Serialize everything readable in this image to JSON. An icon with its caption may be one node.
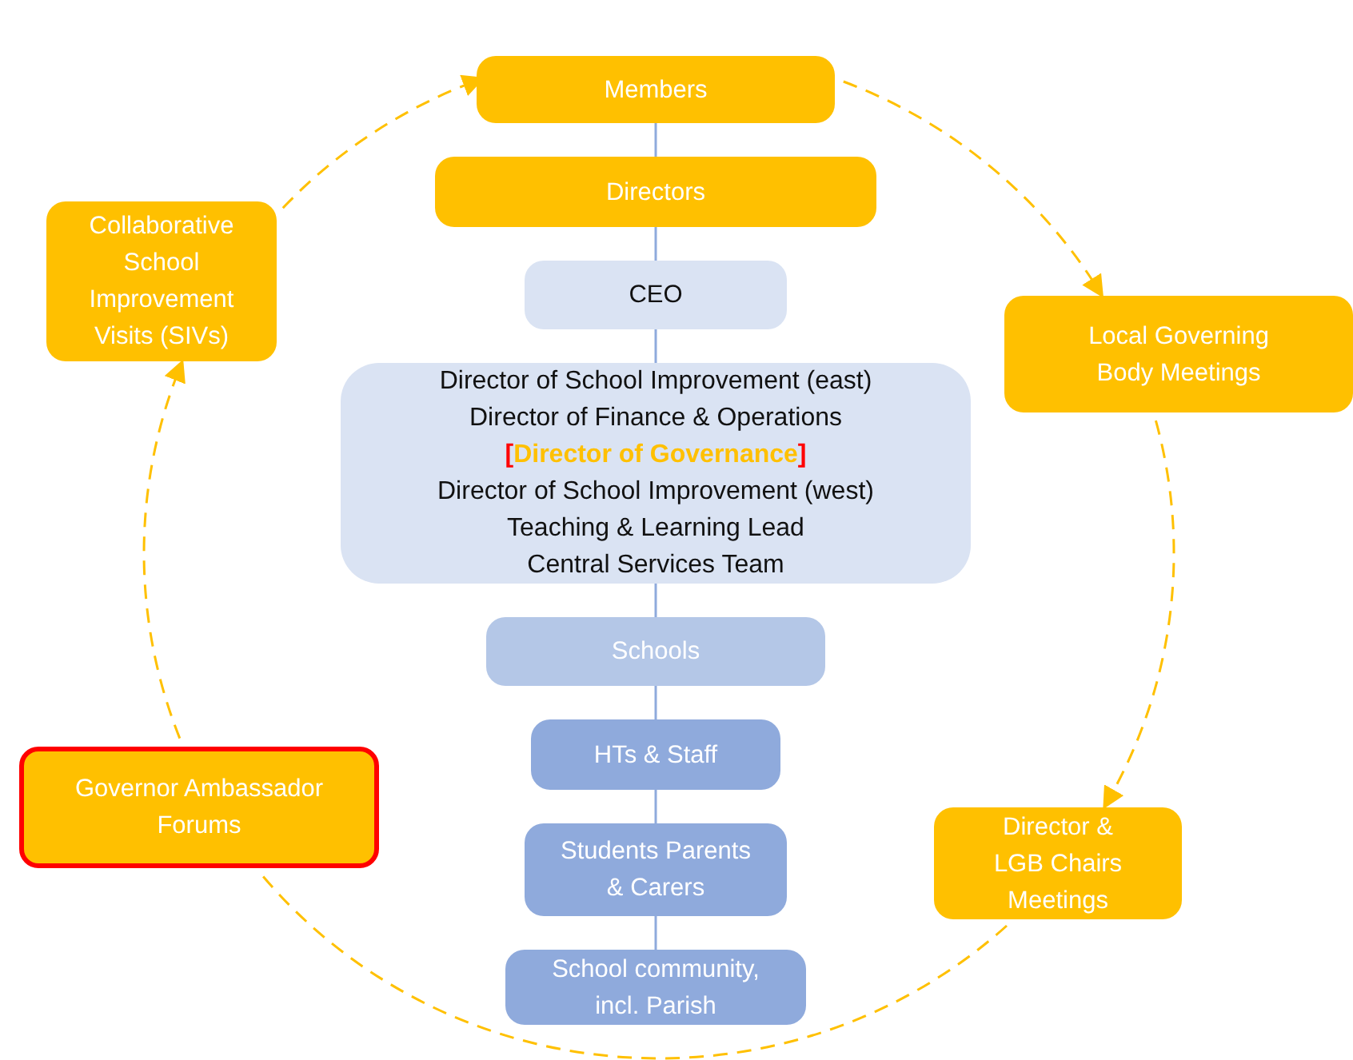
{
  "diagram": {
    "nodes": [
      {
        "text": [
          "Members"
        ]
      },
      {
        "text": [
          "Directors"
        ]
      },
      {
        "text": [
          "Collaborative School Improvement Visits (SIVs)"
        ]
      },
      {
        "text": [
          "CEO"
        ]
      },
      {
        "text": [
          "Local Governing Body Meetings"
        ]
      },
      {
        "text": [
          "Director of School Improvement (east)",
          "Director of Finance & Operations",
          "[Director of Governance]",
          "Director of School Improvement (west)",
          "Teaching & Learning Lead",
          "Central Services Team"
        ]
      },
      {
        "text": [
          "Schools"
        ]
      },
      {
        "text": [
          "HTs & Staff"
        ]
      },
      {
        "text": [
          "Governor Ambassador Forums"
        ]
      },
      {
        "text": [
          "Students Parents & Carers"
        ]
      },
      {
        "text": [
          "Director & LGB Chairs Meetings"
        ]
      },
      {
        "text": [
          "School community, incl. Parish"
        ]
      }
    ],
    "edges": [
      {
        "from": 0,
        "to": 1,
        "arrow": "none"
      },
      {
        "from": 1,
        "to": 3,
        "arrow": "none"
      },
      {
        "from": 3,
        "to": 5,
        "arrow": "none"
      },
      {
        "from": 5,
        "to": 6,
        "arrow": "none"
      },
      {
        "from": 6,
        "to": 7,
        "arrow": "none"
      },
      {
        "from": 7,
        "to": 9,
        "arrow": "none"
      },
      {
        "from": 9,
        "to": 11,
        "arrow": "none"
      },
      {
        "from": 0,
        "to": 4,
        "arrow": "to",
        "style": "dashed",
        "color": "#ffc000"
      },
      {
        "from": 4,
        "to": 10,
        "arrow": "to",
        "style": "dashed",
        "color": "#ffc000"
      },
      {
        "from": 10,
        "to": 8,
        "arrow": "none",
        "style": "dashed",
        "color": "#ffc000"
      },
      {
        "from": 8,
        "to": 2,
        "arrow": "to",
        "style": "dashed",
        "color": "#ffc000"
      },
      {
        "from": 2,
        "to": 0,
        "arrow": "to",
        "style": "dashed",
        "color": "#ffc000"
      }
    ]
  }
}
